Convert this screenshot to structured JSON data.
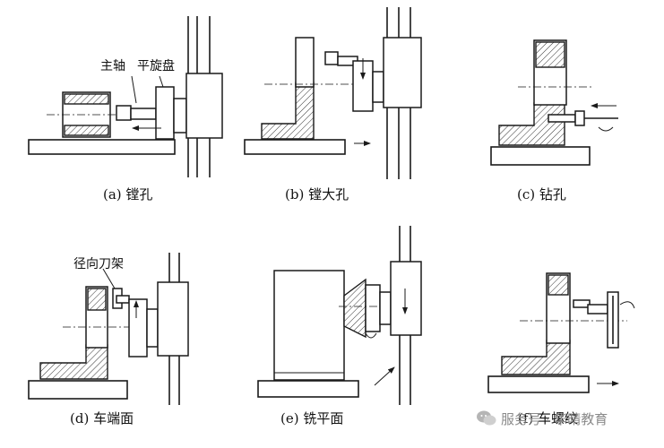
{
  "labels": {
    "spindle": "主轴",
    "facing_head": "平旋盘",
    "radial_tool_holder": "径向刀架"
  },
  "captions": {
    "a": "(a) 镗孔",
    "b": "(b) 镗大孔",
    "c": "(c) 钻孔",
    "d": "(d) 车端面",
    "e": "(e) 铣平面",
    "f": "(f) 车螺纹"
  },
  "watermark": {
    "icon": "wechat-icon",
    "text": "服务号 · 华晴教育"
  }
}
